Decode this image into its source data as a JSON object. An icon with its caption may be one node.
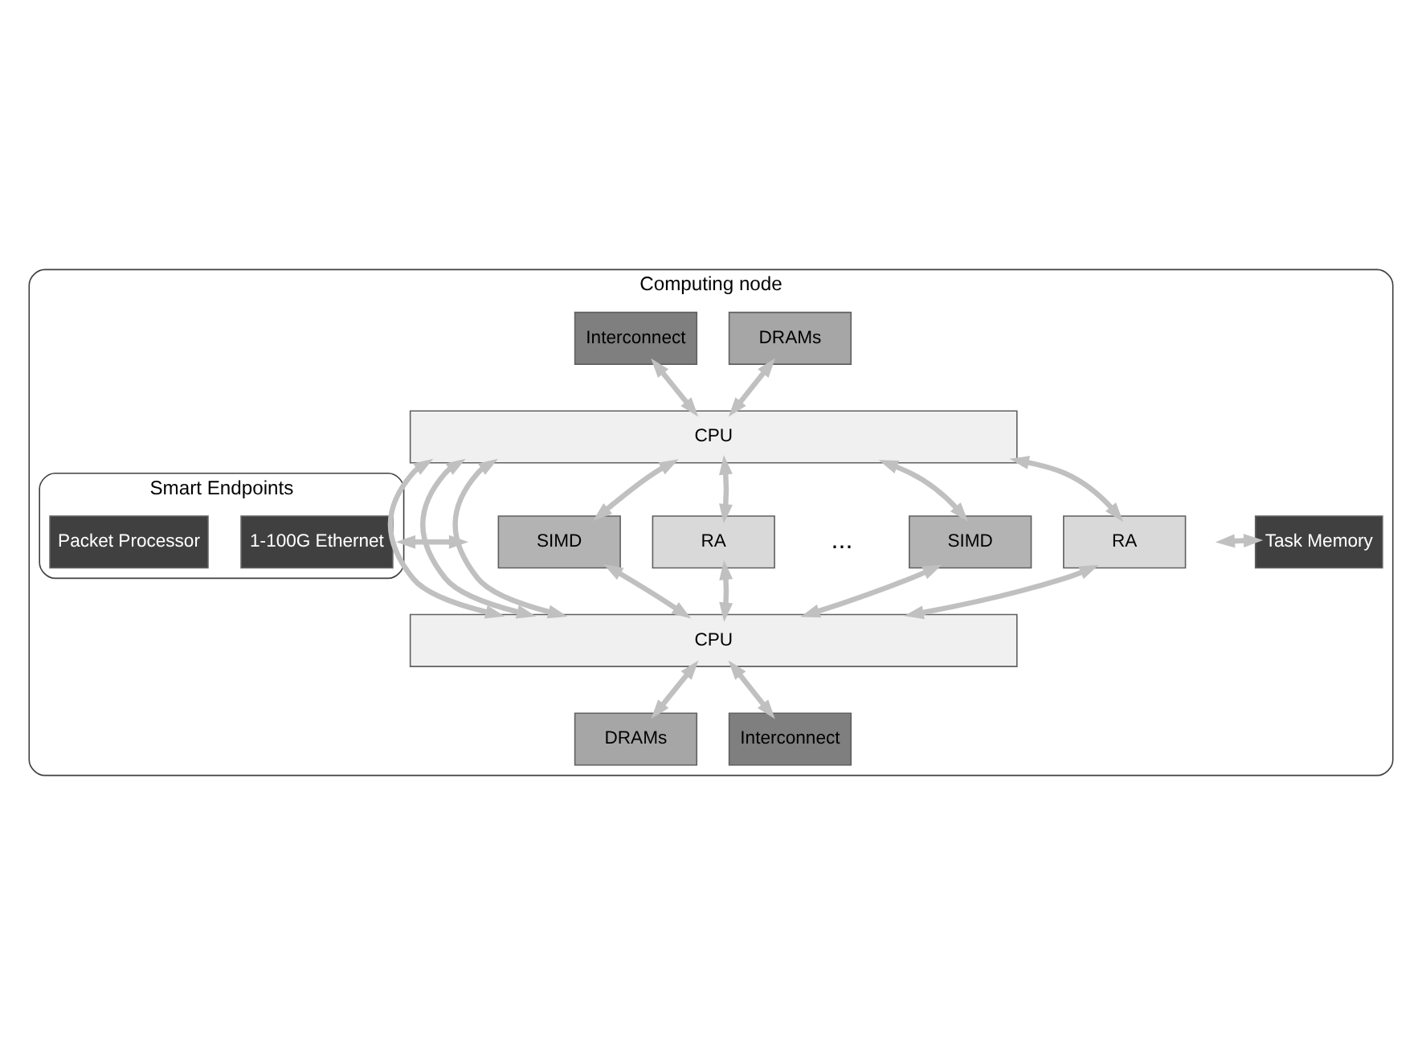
{
  "diagram": {
    "nodes": [
      {
        "text": [
          "Computing node"
        ]
      },
      {
        "text": [
          "DRAMs"
        ],
        "in": 0
      },
      {
        "text": [
          "Interconnect"
        ],
        "in": 0
      },
      {
        "text": [
          "CPU"
        ],
        "in": 0
      },
      {
        "text": [
          "Smart Endpoints"
        ],
        "in": 0
      },
      {
        "text": [
          "1-100G Ethernet"
        ],
        "in": 4
      },
      {
        "text": [
          "Packet Processor"
        ],
        "in": 4
      },
      {
        "text": [
          "SIMD"
        ],
        "in": 0
      },
      {
        "text": [
          "RA"
        ],
        "in": 0
      },
      {
        "text": [
          "SIMD"
        ],
        "in": 0
      },
      {
        "text": [
          "RA"
        ],
        "in": 0
      },
      {
        "text": [
          "Task Memory"
        ],
        "in": 0
      },
      {
        "text": [
          "CPU"
        ],
        "in": 0
      },
      {
        "text": [
          "DRAMs"
        ],
        "in": 0
      },
      {
        "text": [
          "Interconnect"
        ],
        "in": 0
      }
    ],
    "edges": [
      {
        "from": 1,
        "to": 3,
        "arrow": "both"
      },
      {
        "from": 2,
        "to": 3,
        "arrow": "both"
      },
      {
        "from": 3,
        "to": 7,
        "arrow": "both"
      },
      {
        "from": 3,
        "to": 8,
        "arrow": "both"
      },
      {
        "from": 3,
        "to": 9,
        "arrow": "both"
      },
      {
        "from": 3,
        "to": 10,
        "arrow": "both"
      },
      {
        "from": 3,
        "to": 12,
        "arrow": "both"
      },
      {
        "from": 3,
        "to": 12,
        "arrow": "both"
      },
      {
        "from": 3,
        "to": 12,
        "arrow": "both"
      },
      {
        "from": 4,
        "to": null,
        "arrow": "both"
      },
      {
        "from": null,
        "to": 11,
        "arrow": "both"
      },
      {
        "from": 7,
        "to": 12,
        "arrow": "both"
      },
      {
        "from": 8,
        "to": 12,
        "arrow": "both"
      },
      {
        "from": 9,
        "to": 12,
        "arrow": "both"
      },
      {
        "from": 10,
        "to": 12,
        "arrow": "both"
      },
      {
        "from": 12,
        "to": 13,
        "arrow": "both"
      },
      {
        "from": 12,
        "to": 14,
        "arrow": "both"
      }
    ],
    "labels": [
      "..."
    ]
  }
}
